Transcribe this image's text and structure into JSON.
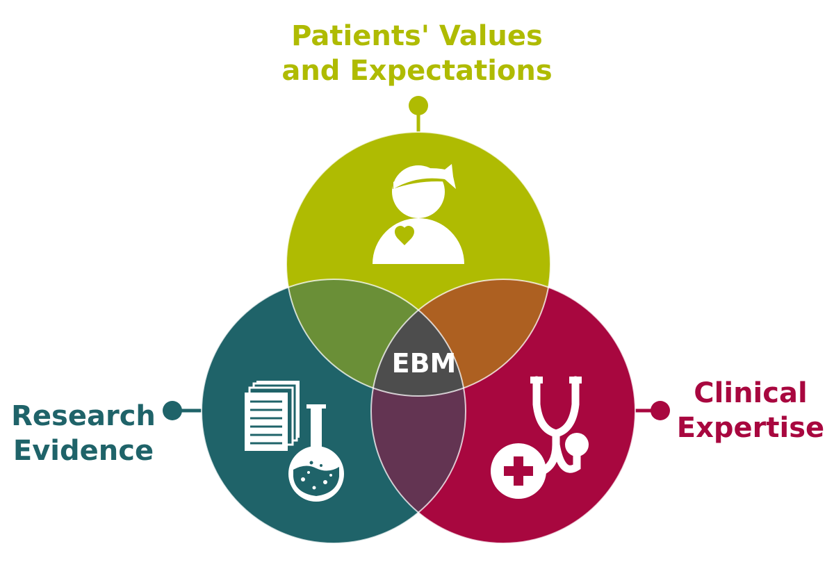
{
  "diagram": {
    "center_label": "EBM",
    "circles": {
      "patients": {
        "label_line1": "Patients' Values",
        "label_line2": "and Expectations",
        "color": "#afbb02",
        "icon": "patient-icon"
      },
      "research": {
        "label_line1": "Research",
        "label_line2": "Evidence",
        "color": "#1f6369",
        "icon": "documents-flask-icon"
      },
      "clinical": {
        "label_line1": "Clinical",
        "label_line2": "Expertise",
        "color": "#a8073f",
        "icon": "stethoscope-icon"
      }
    },
    "overlap_colors": {
      "patients_research": "#6a8f37",
      "patients_clinical": "#ad6021",
      "research_clinical": "#633452",
      "center": "#4d4d4d"
    }
  }
}
